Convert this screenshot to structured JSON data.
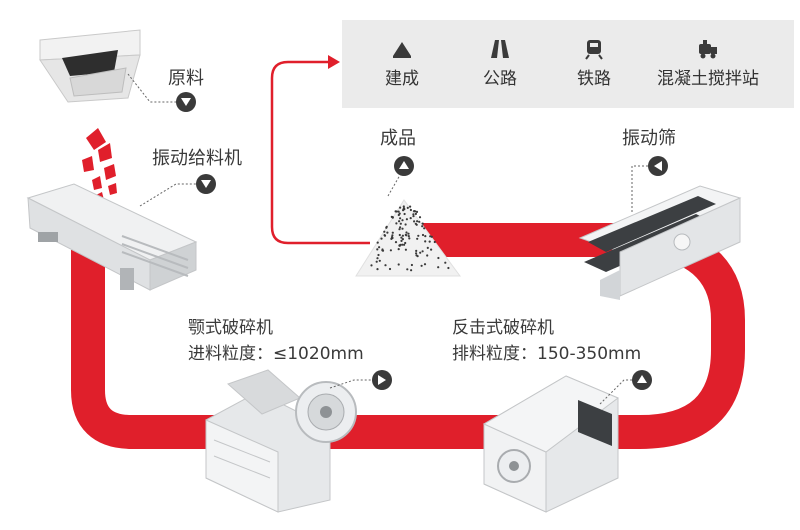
{
  "applications": {
    "items": [
      {
        "label": "建成",
        "icon": "hill-icon"
      },
      {
        "label": "公路",
        "icon": "road-icon"
      },
      {
        "label": "铁路",
        "icon": "train-icon"
      },
      {
        "label": "混凝土搅拌站",
        "icon": "mixer-truck-icon"
      }
    ]
  },
  "nodes": {
    "raw_material": "原料",
    "vibrating_feeder": "振动给料机",
    "finished_product": "成品",
    "vibrating_screen": "振动筛",
    "jaw_crusher": {
      "name": "颚式破碎机",
      "spec": "进料粒度：≤1020mm"
    },
    "impact_crusher": {
      "name": "反击式破碎机",
      "spec": "排料粒度：150-350mm"
    }
  },
  "colors": {
    "flow": "#e01f2b",
    "marker": "#3a3a3a",
    "machine": "#e4e6e8",
    "box": "#ebebeb"
  }
}
